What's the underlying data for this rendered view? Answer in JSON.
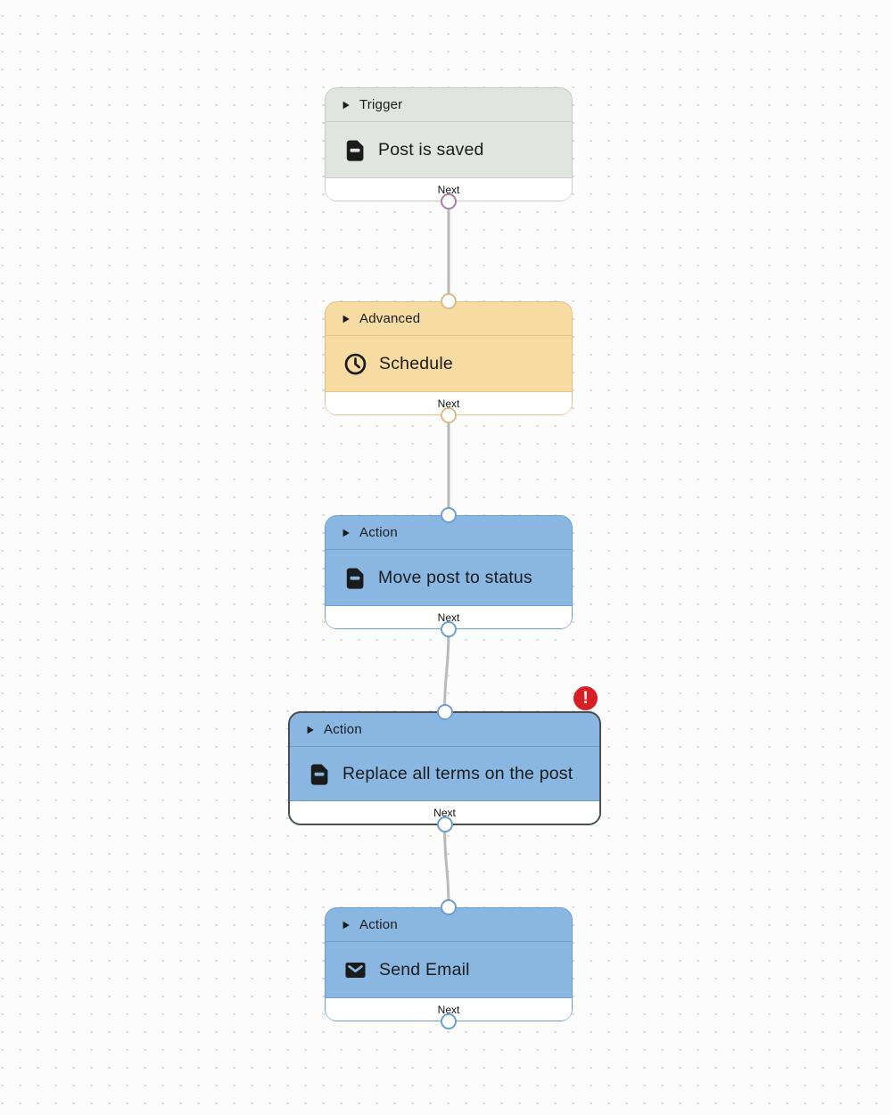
{
  "canvas": {
    "dot_color": "#d6d6d6",
    "edge_color": "#b9b9b9",
    "background": "#fcfcfc"
  },
  "error_badge": {
    "symbol": "!",
    "color": "#d81f26"
  },
  "nodes": [
    {
      "category": "Trigger",
      "title": "Post is saved",
      "icon": "document-icon",
      "footer_label": "Next",
      "colors": {
        "bg": "#e0e6df",
        "border": "#c5ccc4",
        "divider": "#c5ccc4",
        "port": "#a97daa"
      }
    },
    {
      "category": "Advanced",
      "title": "Schedule",
      "icon": "clock-icon",
      "footer_label": "Next",
      "colors": {
        "bg": "#f6dba3",
        "border": "#dcc08a",
        "divider": "#dcc08a",
        "port": "#d9bc86"
      }
    },
    {
      "category": "Action",
      "title": "Move post to status",
      "icon": "document-icon",
      "footer_label": "Next",
      "colors": {
        "bg": "#8ab7e2",
        "border": "#6d9ecf",
        "divider": "#6d9ecf",
        "port": "#6d9ecf"
      }
    },
    {
      "category": "Action",
      "title": "Replace all terms on the post",
      "icon": "document-icon",
      "footer_label": "Next",
      "selected": true,
      "error": true,
      "colors": {
        "bg": "#8ab7e2",
        "border": "#4a4f54",
        "divider": "#7d98b3",
        "port": "#6d9ecf"
      }
    },
    {
      "category": "Action",
      "title": "Send Email",
      "icon": "envelope-icon",
      "footer_label": "Next",
      "colors": {
        "bg": "#8ab7e2",
        "border": "#6d9ecf",
        "divider": "#6d9ecf",
        "port": "#6d9ecf"
      }
    }
  ]
}
